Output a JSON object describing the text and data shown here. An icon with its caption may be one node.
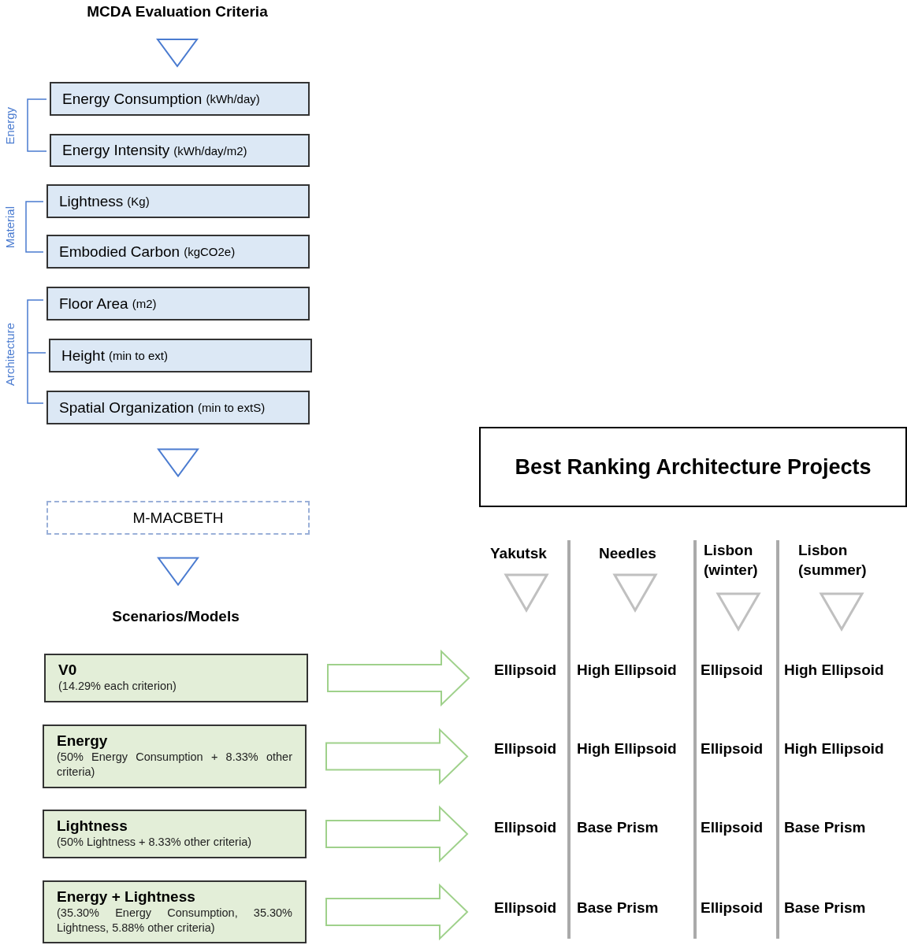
{
  "diagram": {
    "nodes": [
      {
        "text": [
          "MCDA Evaluation Criteria"
        ]
      },
      {
        "text": [
          "Energy Consumption",
          "(kWh/day)"
        ]
      },
      {
        "text": [
          "Energy Intensity",
          "(kWh/day/m2)"
        ]
      },
      {
        "text": [
          "Lightness",
          "(Kg)"
        ]
      },
      {
        "text": [
          "Embodied Carbon",
          "(kgCO2e)"
        ]
      },
      {
        "text": [
          "Floor Area",
          "(m2)"
        ]
      },
      {
        "text": [
          "Height",
          "(min to ext)"
        ]
      },
      {
        "text": [
          "Spatial Organization",
          "(min to extS)"
        ]
      },
      {
        "text": [
          "M-MACBETH"
        ]
      },
      {
        "text": [
          "Scenarios/Models"
        ]
      },
      {
        "text": [
          "V0",
          "(14.29% each criterion)"
        ]
      },
      {
        "text": [
          "Energy",
          "(50% Energy Consumption + 8.33% other criteria)"
        ]
      },
      {
        "text": [
          "Lightness",
          "(50% Lightness + 8.33% other criteria)"
        ]
      },
      {
        "text": [
          "Energy + Lightness",
          "(35.30% Energy Consumption, 35.30% Lightness, 5.88% other criteria)"
        ]
      },
      {
        "text": [
          "Best Ranking Architecture Projects"
        ]
      },
      {
        "text": [
          "Yakutsk"
        ]
      },
      {
        "text": [
          "Needles"
        ]
      },
      {
        "text": [
          "Lisbon (winter)"
        ]
      },
      {
        "text": [
          "Lisbon (summer)"
        ]
      }
    ],
    "edges": [
      {
        "from": 0,
        "to": 1,
        "arrow": "to",
        "color": "#4a7bd0"
      },
      {
        "from": 7,
        "to": 8,
        "arrow": "to",
        "color": "#4a7bd0"
      },
      {
        "from": 8,
        "to": 9,
        "arrow": "to",
        "color": "#4a7bd0"
      },
      {
        "from": 10,
        "to": null,
        "arrow": "to",
        "color": "#9fd18b"
      },
      {
        "from": 11,
        "to": null,
        "arrow": "to",
        "color": "#9fd18b"
      },
      {
        "from": 12,
        "to": null,
        "arrow": "to",
        "color": "#9fd18b"
      },
      {
        "from": 13,
        "to": null,
        "arrow": "to",
        "color": "#9fd18b"
      },
      {
        "from": 15,
        "to": null,
        "arrow": "to",
        "color": "#c0c0c0"
      },
      {
        "from": 16,
        "to": null,
        "arrow": "to",
        "color": "#c0c0c0"
      },
      {
        "from": 17,
        "to": null,
        "arrow": "to",
        "color": "#c0c0c0"
      },
      {
        "from": 18,
        "to": null,
        "arrow": "to",
        "color": "#c0c0c0"
      }
    ],
    "labels": [
      "Energy",
      "Material",
      "Architecture",
      "Ellipsoid",
      "High Ellipsoid",
      "Ellipsoid",
      "High Ellipsoid",
      "Ellipsoid",
      "High Ellipsoid",
      "Ellipsoid",
      "High Ellipsoid",
      "Ellipsoid",
      "Base Prism",
      "Ellipsoid",
      "Base Prism",
      "Ellipsoid",
      "Base Prism",
      "Ellipsoid",
      "Base Prism"
    ]
  }
}
